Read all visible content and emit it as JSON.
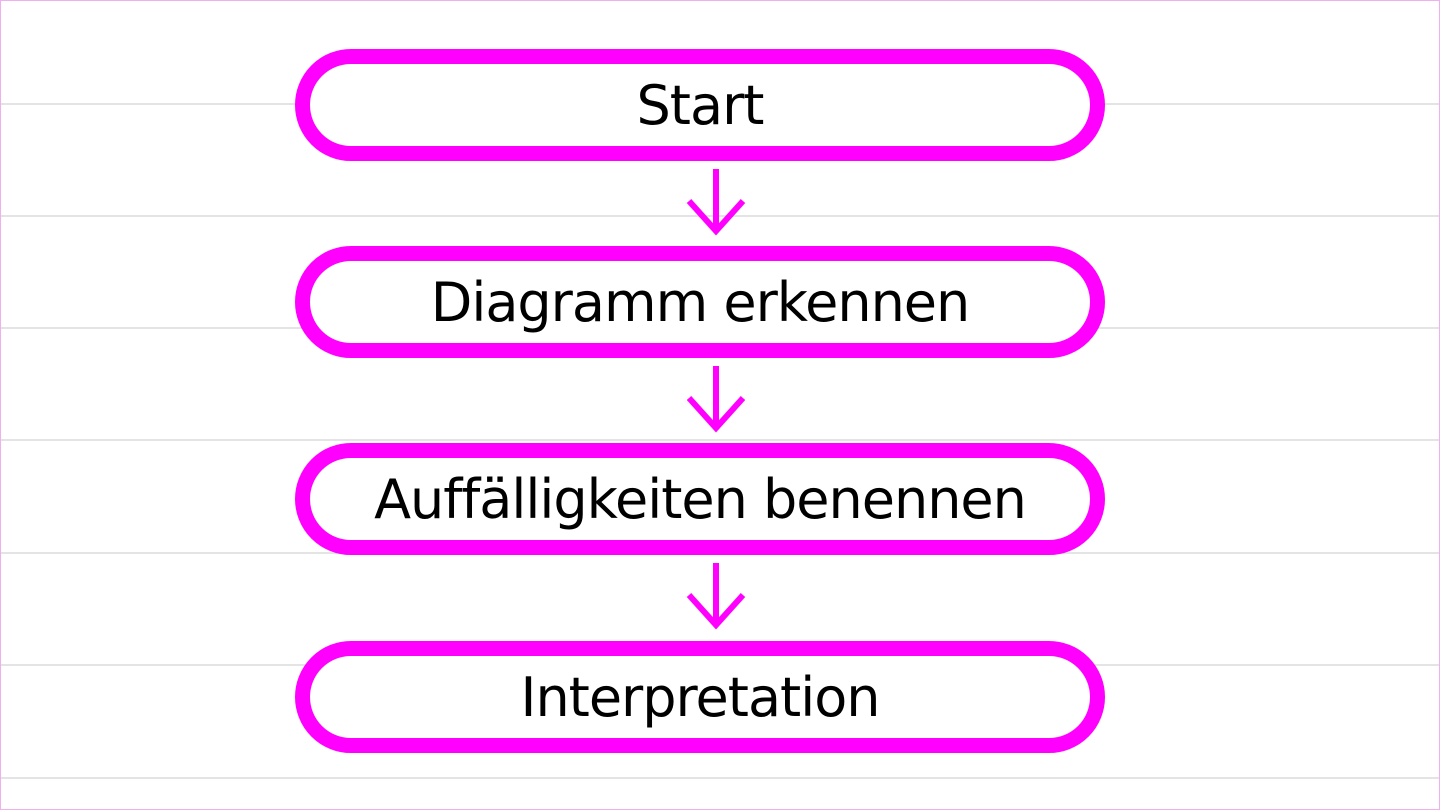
{
  "colors": {
    "accent": "#ff00ff",
    "text": "#000000",
    "background": "#ffffff",
    "rule": "#e4e4e4"
  },
  "flowchart": {
    "steps": [
      {
        "label": "Start"
      },
      {
        "label": "Diagramm erkennen"
      },
      {
        "label": "Auffälligkeiten benennen"
      },
      {
        "label": "Interpretation"
      }
    ]
  }
}
